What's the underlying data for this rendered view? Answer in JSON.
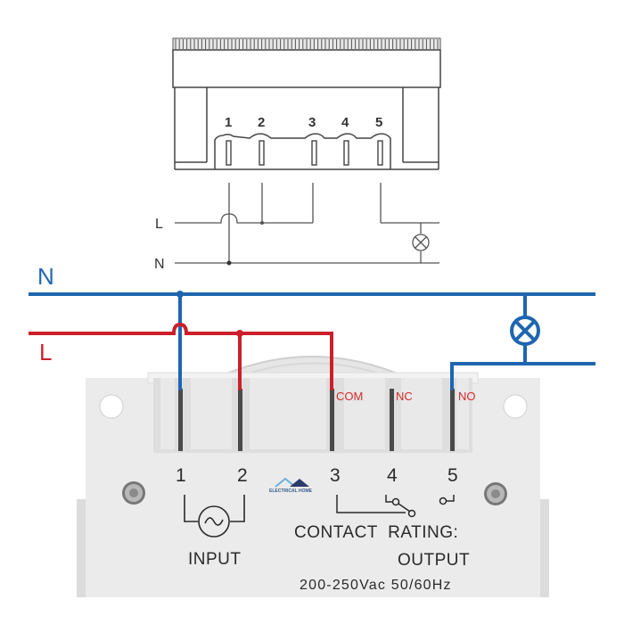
{
  "schematic": {
    "terminal_numbers": [
      "1",
      "2",
      "3",
      "4",
      "5"
    ],
    "line_labels": {
      "live": "L",
      "neutral": "N"
    },
    "load_symbol": "lamp-icon"
  },
  "wiring": {
    "neutral_label": "N",
    "live_label": "L",
    "neutral_color": "#1f66b0",
    "live_color": "#cc1f2a",
    "load_symbol": "lamp-icon"
  },
  "device": {
    "terminal_tags": {
      "com": "COM",
      "nc": "NC",
      "no": "NO"
    },
    "panel": {
      "numbers": [
        "1",
        "2",
        "3",
        "4",
        "5"
      ],
      "input_label": "INPUT",
      "contact_rating": "CONTACT  RATING:",
      "output_label": "OUTPUT",
      "rating_value": "200-250Vac 50/60Hz",
      "logo_text": "ELECTRICAL HOME"
    }
  }
}
